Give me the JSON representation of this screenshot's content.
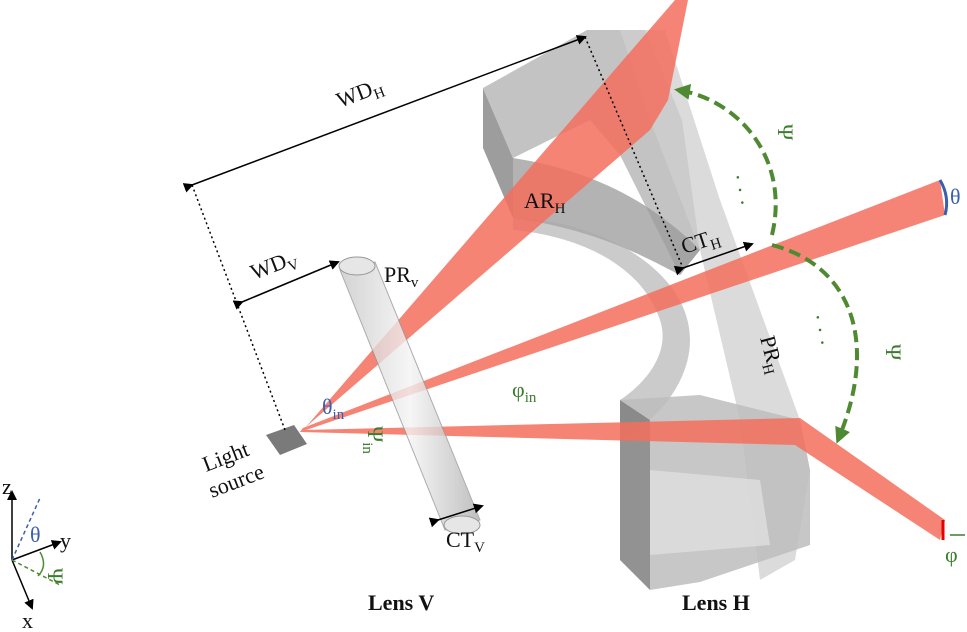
{
  "labels": {
    "wd_h": "WD",
    "wd_h_sub": "H",
    "wd_v": "WD",
    "wd_v_sub": "V",
    "pr_v": "PR",
    "pr_v_sub": "v",
    "ar_h": "AR",
    "ar_h_sub": "H",
    "ct_h": "CT",
    "ct_h_sub": "H",
    "ct_v": "CT",
    "ct_v_sub": "V",
    "pr_h": "PR",
    "pr_h_sub": "H",
    "light_source_line1": "Light",
    "light_source_line2": "source",
    "theta": "θ",
    "theta_in": "θ",
    "theta_in_sub": "in",
    "psi_in": "Ψ",
    "psi_in_sub": "in",
    "phi_in": "φ",
    "phi_in_sub": "in",
    "psi_upper": "Ψ",
    "psi_lower": "Ψ",
    "phi": "φ",
    "dots": "· · ·",
    "lens_v": "Lens V",
    "lens_h": "Lens H",
    "axis_z": "z",
    "axis_y": "y",
    "axis_x": "x",
    "axis_theta": "θ",
    "axis_psi": "Ψ"
  },
  "colors": {
    "beam": "#f46f5e",
    "lens_gray": "#bfbfbf",
    "lens_dark": "#8c8c8c",
    "arrow_green": "#4f8a33",
    "theta_blue": "#3a5fb0"
  }
}
